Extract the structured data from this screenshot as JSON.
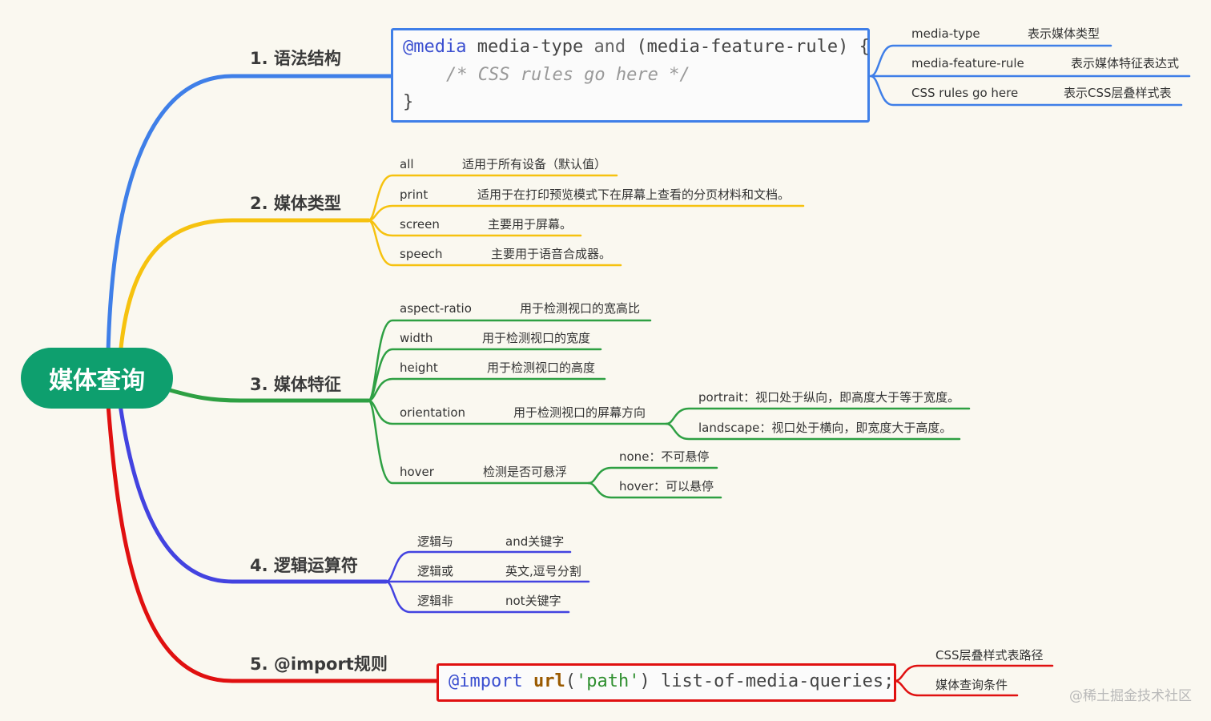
{
  "root": {
    "label": "媒体查询"
  },
  "branches": {
    "b1": {
      "label": "1. 语法结构"
    },
    "b2": {
      "label": "2. 媒体类型"
    },
    "b3": {
      "label": "3. 媒体特征"
    },
    "b4": {
      "label": "4. 逻辑运算符"
    },
    "b5": {
      "label": "5. @import规则"
    }
  },
  "syntax": {
    "code": {
      "at": "@media",
      "media_type": "media-type",
      "and": "and",
      "feature_rule": "(media-feature-rule)",
      "open_brace": "{",
      "comment": "/* CSS rules go here */",
      "close_brace": "}"
    },
    "items": [
      {
        "term": "media-type",
        "desc": "表示媒体类型"
      },
      {
        "term": "media-feature-rule",
        "desc": "表示媒体特征表达式"
      },
      {
        "term": "CSS rules go here",
        "desc": "表示CSS层叠样式表"
      }
    ]
  },
  "media_types": [
    {
      "term": "all",
      "desc": "适用于所有设备（默认值）"
    },
    {
      "term": "print",
      "desc": "适用于在打印预览模式下在屏幕上查看的分页材料和文档。"
    },
    {
      "term": "screen",
      "desc": "主要用于屏幕。"
    },
    {
      "term": "speech",
      "desc": "主要用于语音合成器。"
    }
  ],
  "features": [
    {
      "term": "aspect-ratio",
      "desc": "用于检测视口的宽高比"
    },
    {
      "term": "width",
      "desc": "用于检测视口的宽度"
    },
    {
      "term": "height",
      "desc": "用于检测视口的高度"
    },
    {
      "term": "orientation",
      "desc": "用于检测视口的屏幕方向",
      "children": [
        "portrait：视口处于纵向，即高度大于等于宽度。",
        "landscape：视口处于横向，即宽度大于高度。"
      ]
    },
    {
      "term": "hover",
      "desc": "检测是否可悬浮",
      "children": [
        "none：不可悬停",
        "hover：可以悬停"
      ]
    }
  ],
  "logic": [
    {
      "term": "逻辑与",
      "desc": "and关键字"
    },
    {
      "term": "逻辑或",
      "desc": "英文,逗号分割"
    },
    {
      "term": "逻辑非",
      "desc": "not关键字"
    }
  ],
  "import": {
    "code": {
      "at": "@import",
      "fn": "url",
      "open": "(",
      "str": "'path'",
      "close": ")",
      "rest": " list-of-media-queries;"
    },
    "items": [
      "CSS层叠样式表路径",
      "媒体查询条件"
    ]
  },
  "watermark": "@稀土掘金技术社区",
  "colors": {
    "branch1": "#3f7fe8",
    "branch2": "#f6c20f",
    "branch3": "#2ea043",
    "branch4": "#4343e0",
    "branch5": "#e01010",
    "root": "#0e9f6e"
  }
}
